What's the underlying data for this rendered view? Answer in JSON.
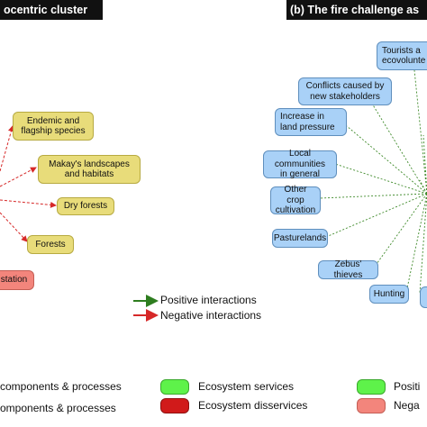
{
  "panels": {
    "left_title": "ocentric cluster",
    "right_title": "(b) The fire challenge as"
  },
  "nodes": {
    "endemic": "Endemic and\nflagship species",
    "makay": "Makay's landscapes\nand habitats",
    "dry_forests": "Dry forests",
    "forests": "Forests",
    "station": "station",
    "tourists": "Tourists a\necovolunte",
    "conflicts": "Conflicts caused by\nnew stakeholders",
    "land_pressure": "Increase in\nland pressure",
    "local_communities": "Local communities\nin general",
    "other_crop": "Other crop\ncultivation",
    "pasturelands": "Pasturelands",
    "zebus": "Zebus' thieves",
    "hunting": "Hunting"
  },
  "legend": {
    "positive": "Positive interactions",
    "negative": "Negative interactions",
    "components_1": "components & processes",
    "components_2": "omponents & processes",
    "ecosystem_services": "Ecosystem services",
    "ecosystem_disservices": "Ecosystem disservices",
    "positive_cut": "Positi",
    "negative_cut": "Nega"
  },
  "colors": {
    "positive": "#2e7d1f",
    "negative": "#d62828",
    "services": "#5ef24a",
    "disservices": "#d11a1a",
    "yellow_node": "#e8dc7a",
    "blue_node": "#a9d1f7",
    "pink_node": "#f3857c"
  }
}
